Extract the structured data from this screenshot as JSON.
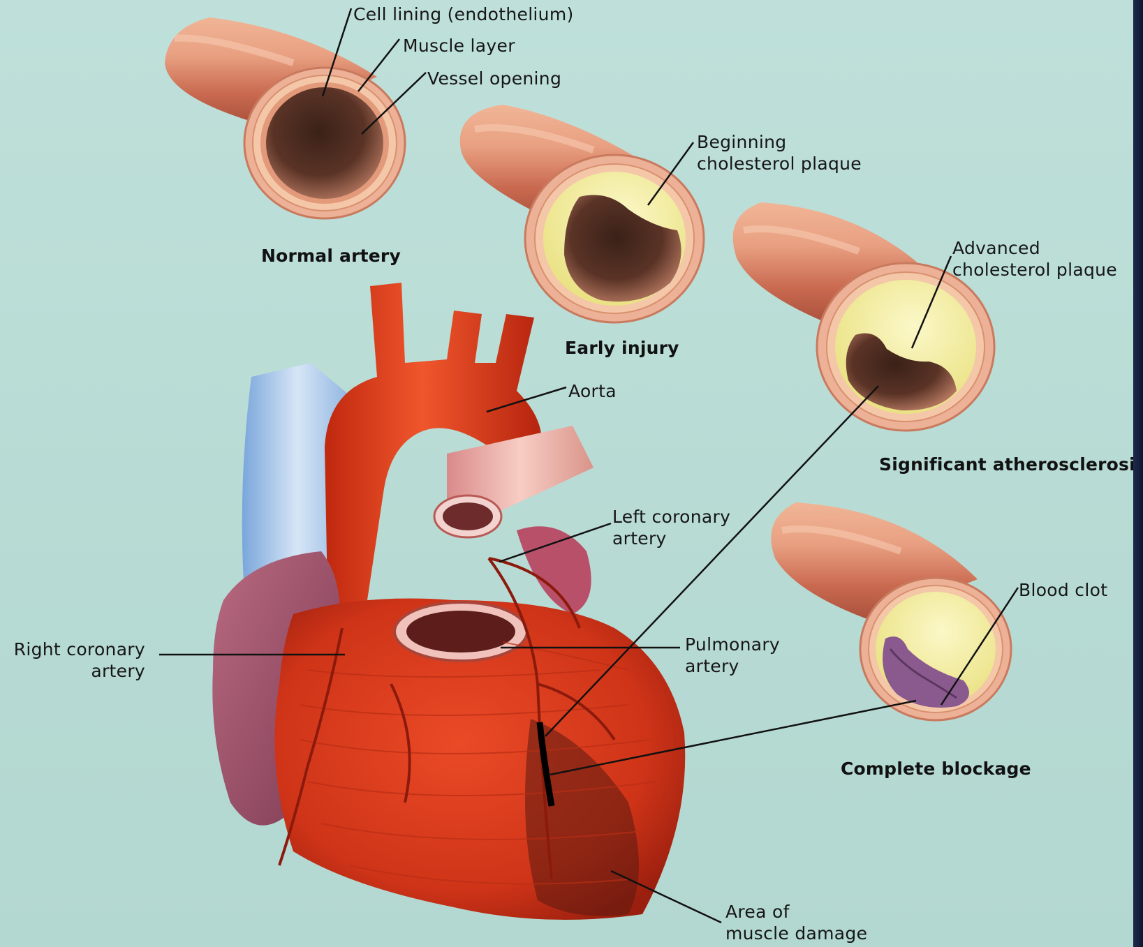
{
  "stages": {
    "normal": {
      "caption": "Normal artery"
    },
    "early": {
      "caption": "Early injury"
    },
    "significant": {
      "caption": "Significant atherosclerosis"
    },
    "complete": {
      "caption": "Complete blockage"
    }
  },
  "labels": {
    "cell_lining": "Cell lining (endothelium)",
    "muscle_layer": "Muscle layer",
    "vessel_opening": "Vessel opening",
    "beginning_plaque": [
      "Beginning",
      "cholesterol plaque"
    ],
    "advanced_plaque": [
      "Advanced",
      "cholesterol plaque"
    ],
    "blood_clot": "Blood clot",
    "aorta": "Aorta",
    "left_coronary": [
      "Left coronary",
      "artery"
    ],
    "right_coronary": [
      "Right coronary",
      "artery"
    ],
    "pulmonary": [
      "Pulmonary",
      "artery"
    ],
    "muscle_damage": [
      "Area of",
      "muscle damage"
    ]
  },
  "colors": {
    "background": "#b9dcd6",
    "artery_wall": "#e39a7a",
    "plaque": "#f2eea0",
    "clot": "#8a5a8e",
    "heart": "#d9361c",
    "vein": "#9cbfe6"
  }
}
